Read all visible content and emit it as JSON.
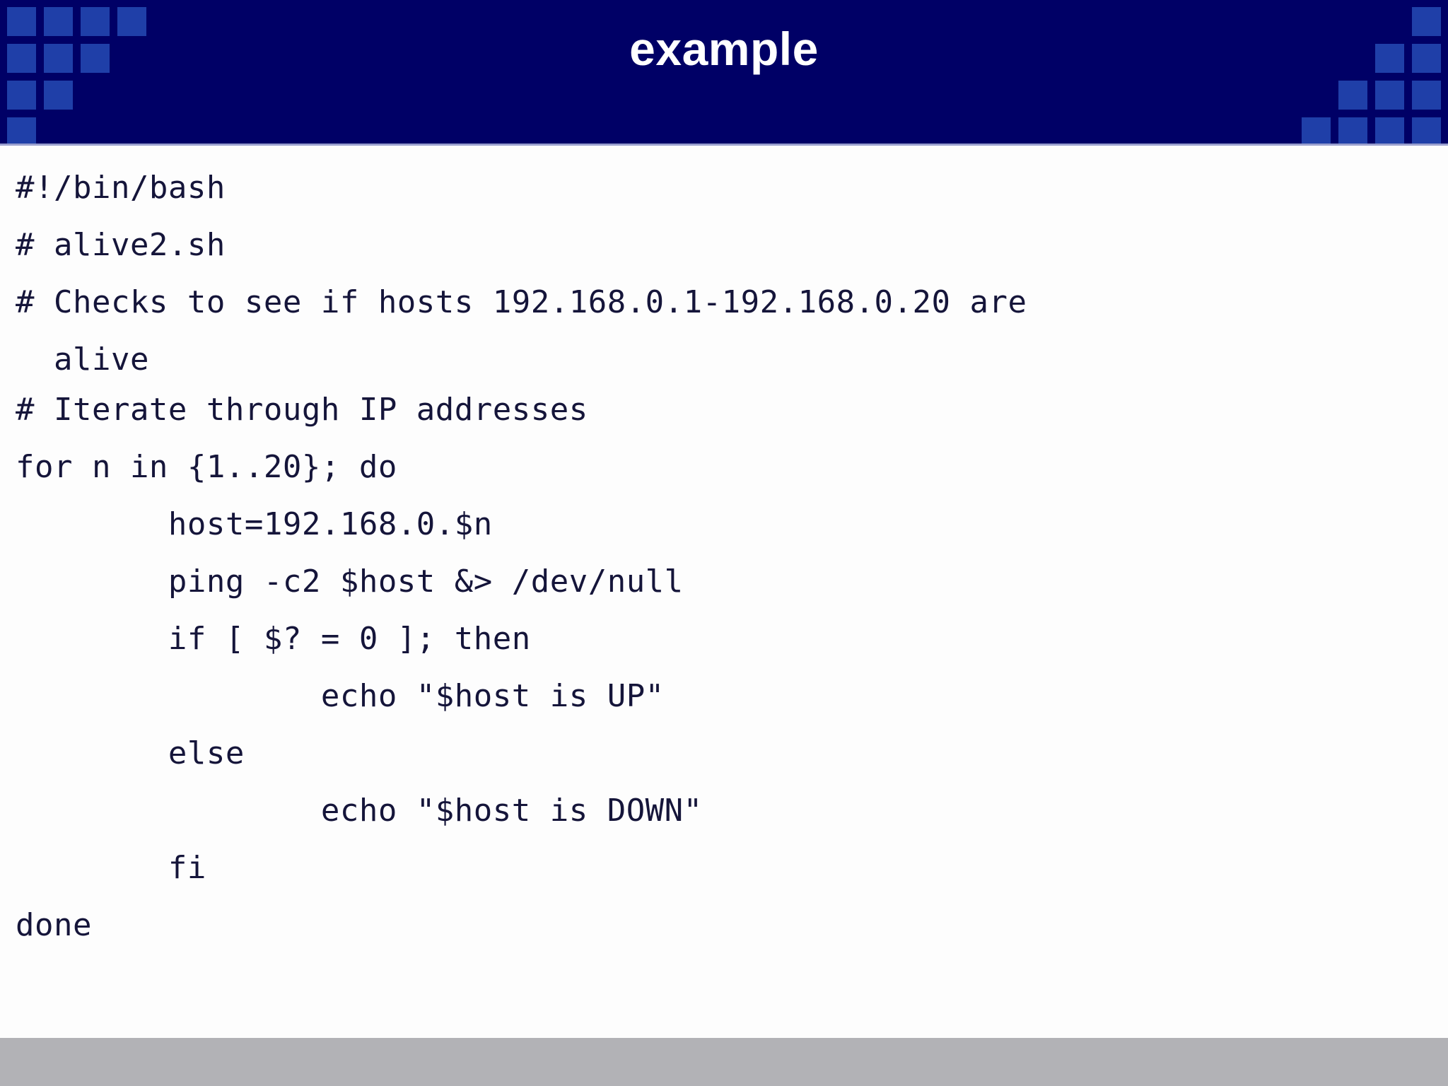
{
  "slide": {
    "title": "example",
    "header_bg": "#000066",
    "deco_square_color": "#1f3fa8",
    "body_bg": "#fdfdfd",
    "code_color": "#15153a",
    "footer_color": "#b2b2b6"
  },
  "decoration": {
    "left_rows": [
      4,
      3,
      2,
      1
    ],
    "right_rows": [
      1,
      2,
      3,
      4
    ]
  },
  "code": {
    "language": "bash",
    "lines": [
      "#!/bin/bash",
      "# alive2.sh",
      "# Checks to see if hosts 192.168.0.1-192.168.0.20 are",
      "  alive",
      "# Iterate through IP addresses",
      "for n in {1..20}; do",
      "        host=192.168.0.$n",
      "        ping -c2 $host &> /dev/null",
      "        if [ $? = 0 ]; then",
      "                echo \"$host is UP\"",
      "        else",
      "                echo \"$host is DOWN\"",
      "        fi",
      "done"
    ]
  }
}
